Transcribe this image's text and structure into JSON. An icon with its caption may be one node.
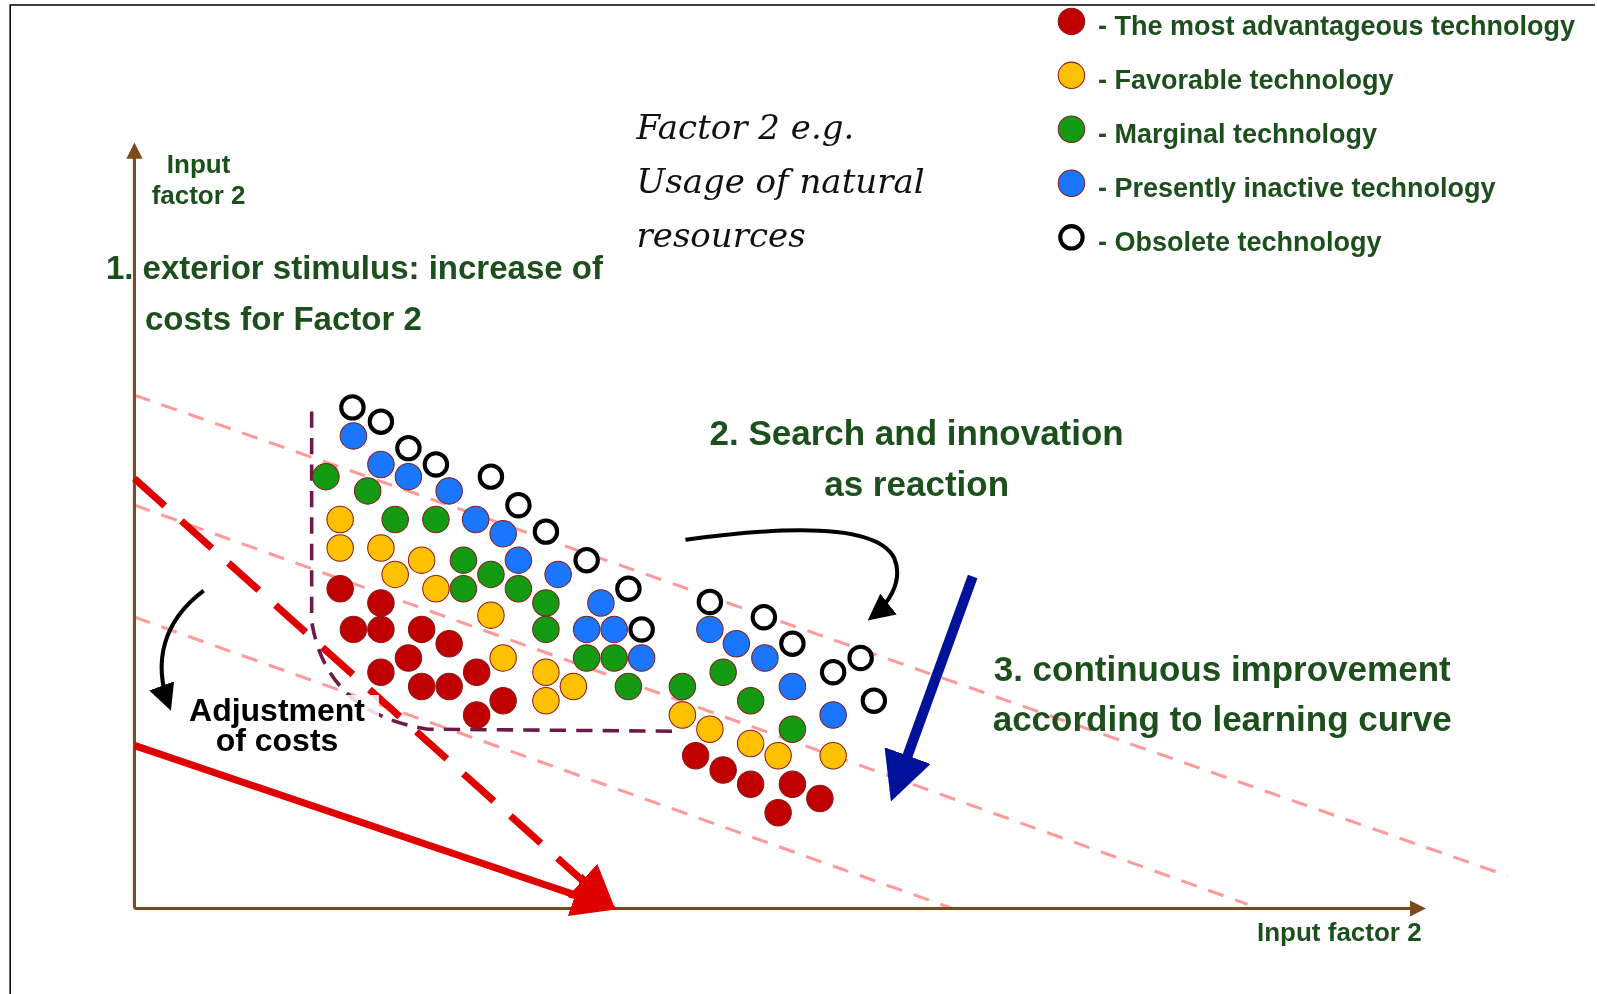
{
  "diagram": {
    "labels": [
      "Input factor 2",
      "Factor 2 e.g. Usage of natural resources",
      "1. exterior stimulus: increase of costs for Factor 2",
      "2. Search and innovation as reaction",
      "3. continuous improvement according to learning curve",
      "Adjustment of costs",
      "Input factor 2"
    ],
    "legend": [
      {
        "text": "- The most advantageous technology",
        "color": "#c00000"
      },
      {
        "text": "- Favorable technology",
        "color": "#ffc000"
      },
      {
        "text": "- Marginal technology",
        "color": "#139a13"
      },
      {
        "text": "- Presently inactive technology",
        "color": "#1a75ff"
      },
      {
        "text": "- Obsolete technology"
      }
    ]
  }
}
